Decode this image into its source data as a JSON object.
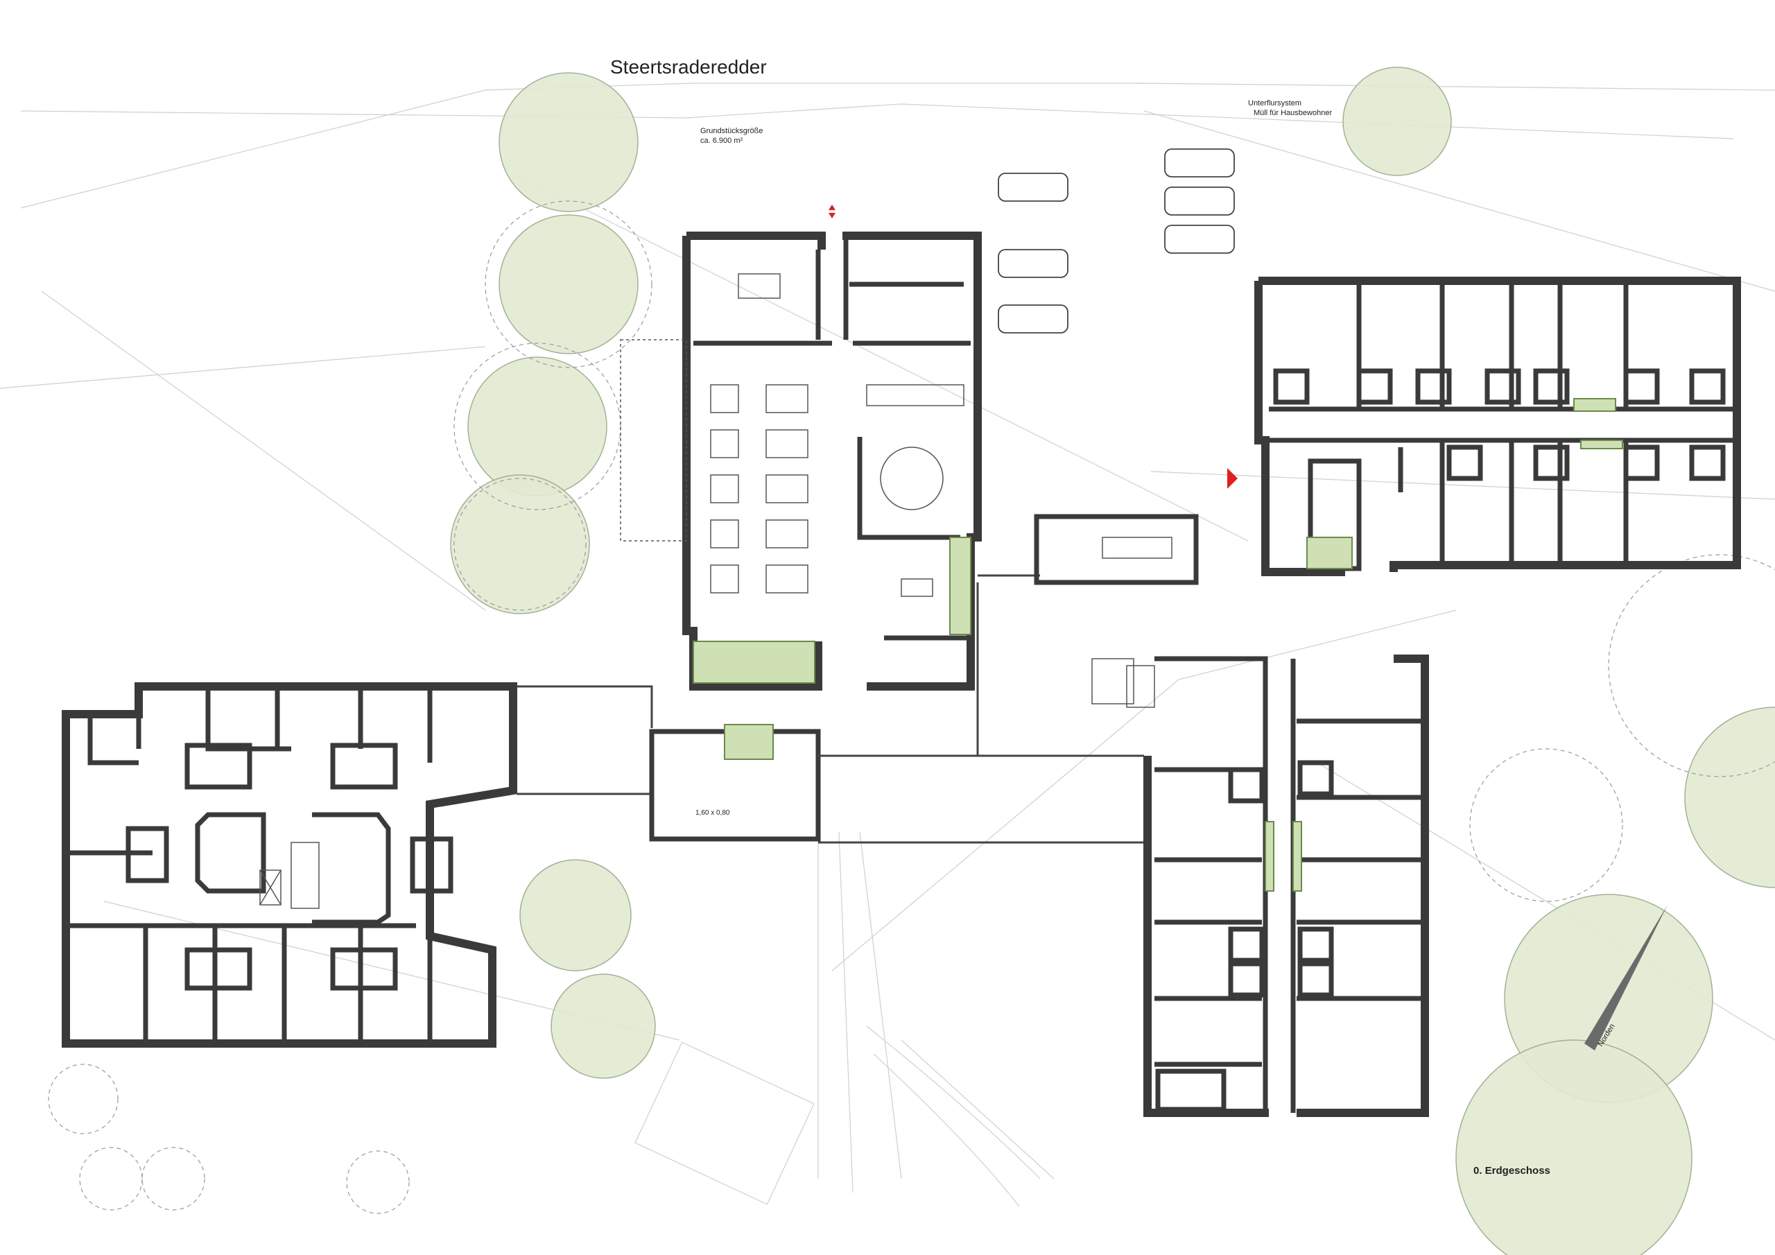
{
  "plan": {
    "street_name": "Steertsraderedder",
    "lot_size_line1": "Grundstücksgröße",
    "lot_size_line2": "ca. 6.900 m²",
    "waste_line1": "Unterflursystem",
    "waste_line2": "Müll für Hausbewohner",
    "dimension_label": "1,60 x 0,80",
    "north_label": "Norden",
    "floor_title": "0. Erdgeschoss",
    "colors": {
      "wall": "#3a3a3a",
      "tree_fill": "#e2ead2",
      "green_accent": "#cfe0b5",
      "entrance_marker": "#e02020"
    }
  }
}
